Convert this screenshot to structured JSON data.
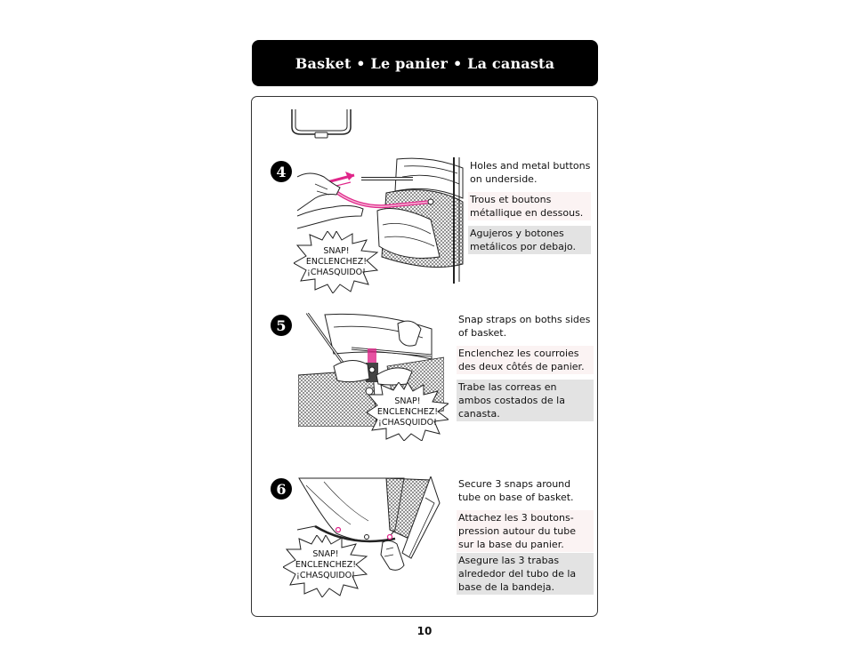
{
  "header": {
    "title": "Basket  •  Le panier •  La canasta"
  },
  "steps": [
    {
      "number": "4",
      "en": "Holes and metal buttons on underside.",
      "fr": "Trous et boutons métallique en dessous.",
      "es": "Agujeros y botones metálicos por debajo.",
      "snap": [
        "SNAP!",
        "ENCLENCHEZ!",
        "¡CHASQUIDO!"
      ]
    },
    {
      "number": "5",
      "en": "Snap straps on boths sides of basket.",
      "fr": "Enclenchez les courroies des deux côtés de panier.",
      "es": "Trabe las correas en ambos costados de la canasta.",
      "snap": [
        "SNAP!",
        "ENCLENCHEZ!",
        "¡CHASQUIDO!"
      ]
    },
    {
      "number": "6",
      "en": "Secure 3 snaps around tube on base of basket.",
      "fr": "Attachez les 3 boutons-pression autour du tube sur la base du panier.",
      "es": "Asegure las 3 trabas alrededor del tubo de la base de la bandeja.",
      "snap": [
        "SNAP!",
        "ENCLENCHEZ!",
        "¡CHASQUIDO!"
      ]
    }
  ],
  "footer": {
    "page_number": "10"
  },
  "colors": {
    "accent": "#e0268a",
    "black": "#000000",
    "shade": "#e3e3e3"
  }
}
